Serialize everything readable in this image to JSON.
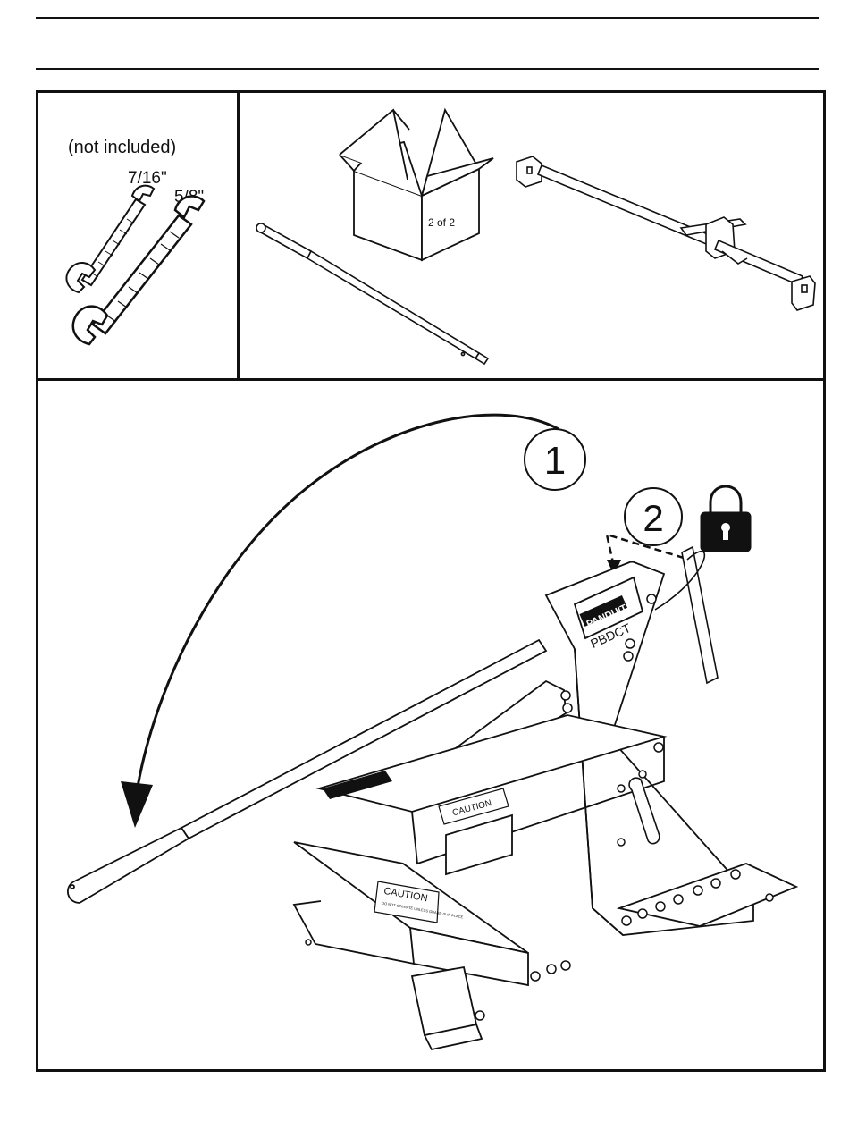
{
  "tools_panel": {
    "note": "(not included)",
    "wrench_small_size": "7/16\"",
    "wrench_large_size": "5/8\""
  },
  "parts_panel": {
    "box_label": "2 of 2"
  },
  "assembly_panel": {
    "step_1": "1",
    "step_2": "2",
    "brand_label": "PANDUIT",
    "model_label": "PBDCT",
    "caution_label_1": "CAUTION",
    "caution_label_2": "CAUTION",
    "caution_fine_print": "DO NOT OPERATE UNLESS GUARD IS IN PLACE"
  },
  "icons": [
    "wrench-icon",
    "box-icon",
    "handle-bar-icon",
    "crossbar-assembly-icon",
    "padlock-icon",
    "arrow-icon"
  ]
}
